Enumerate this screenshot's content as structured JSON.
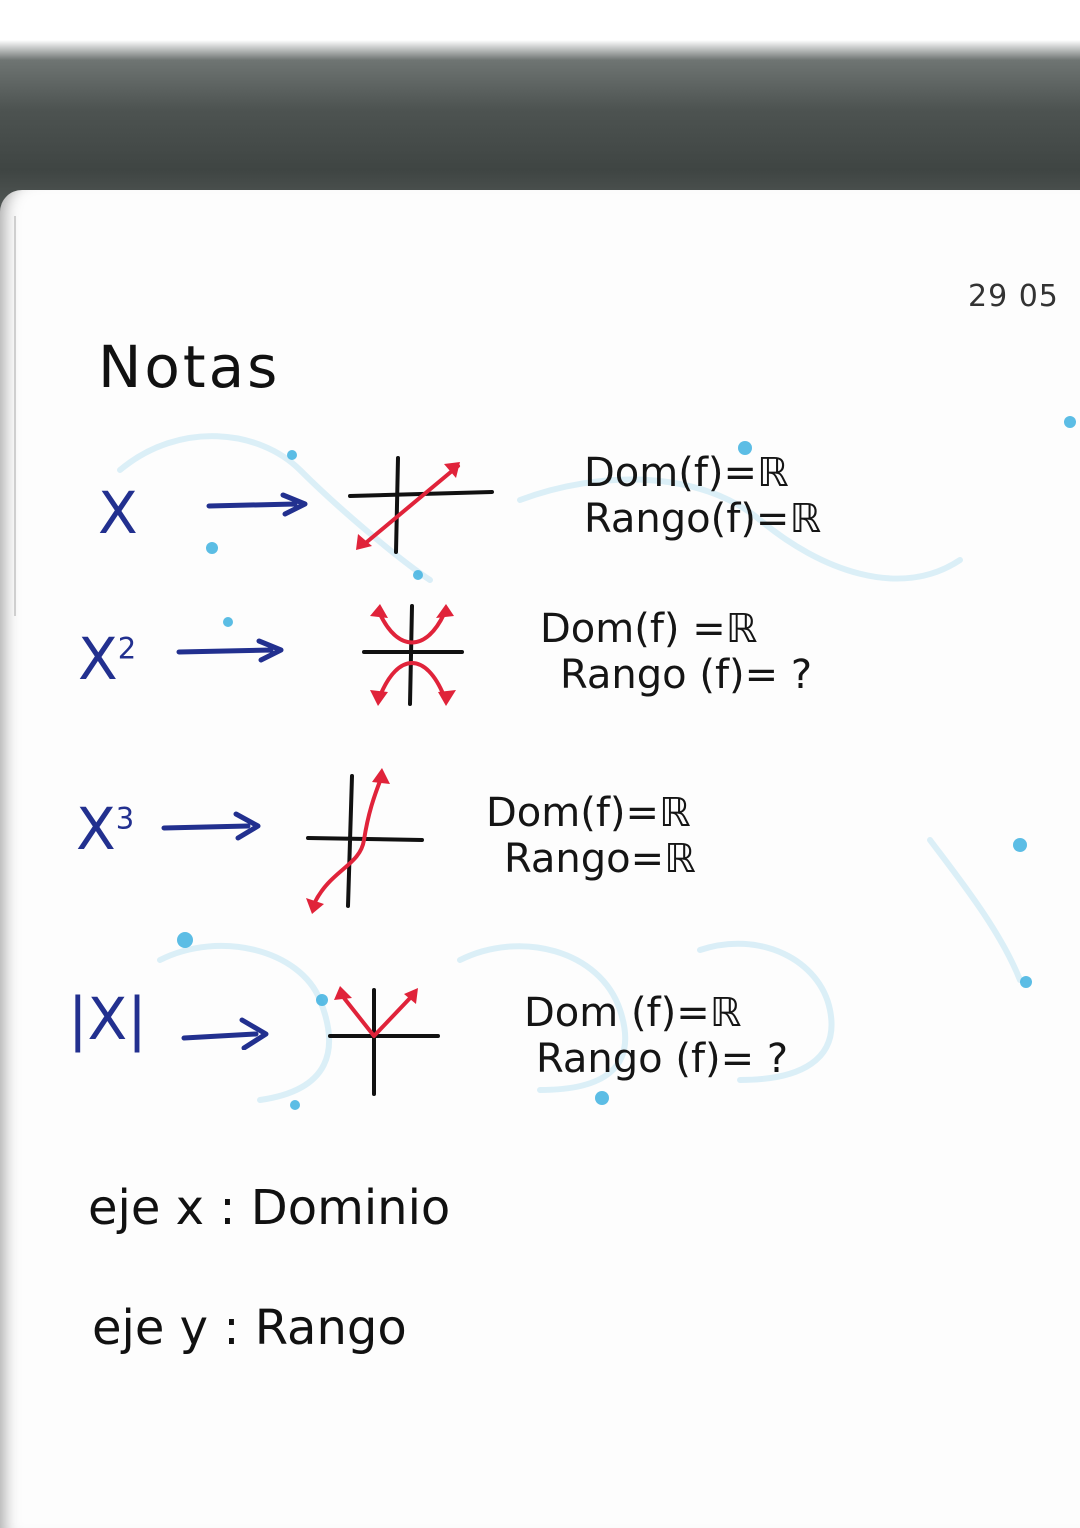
{
  "date": "29 05",
  "title": "Notas",
  "rows": [
    {
      "func": "X",
      "func_sup": "",
      "dom": "Dom(f)=ℝ",
      "rango": "Rango(f)=ℝ",
      "graph_icon": "identity-graph-icon"
    },
    {
      "func": "X",
      "func_sup": "2",
      "dom": "Dom(f) =ℝ",
      "rango": "Rango (f)= ?",
      "graph_icon": "parabola-graph-icon"
    },
    {
      "func": "X",
      "func_sup": "3",
      "dom": "Dom(f)=ℝ",
      "rango": "Rango=ℝ",
      "graph_icon": "cubic-graph-icon"
    },
    {
      "func": "|X|",
      "func_sup": "",
      "dom": "Dom (f)=ℝ",
      "rango": "Rango (f)= ?",
      "graph_icon": "absolute-value-graph-icon"
    }
  ],
  "notes": [
    "eje x : Dominio",
    "eje y : Rango"
  ],
  "colors": {
    "func_ink": "#22308f",
    "graph_ink": "#e0233a",
    "text_ink": "#151515",
    "bleed": "#3fb2e0"
  }
}
